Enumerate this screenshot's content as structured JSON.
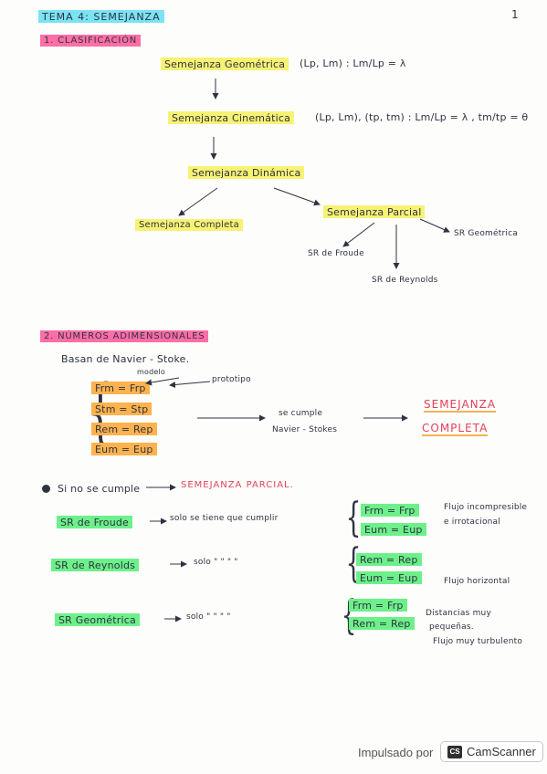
{
  "page_number": "1",
  "title": "TEMA 4: SEMEJANZA",
  "section1": {
    "heading": "1. CLASIFICACIÓN",
    "geometrica": {
      "label": "Semejanza Geométrica",
      "formula": "(Lp, Lm) : Lm/Lp = λ"
    },
    "cinematica": {
      "label": "Semejanza Cinemática",
      "formula": "(Lp, Lm), (tp, tm) : Lm/Lp = λ , tm/tp = θ"
    },
    "dinamica": {
      "label": "Semejanza Dinámica"
    },
    "completa": {
      "label": "Semejanza Completa"
    },
    "parcial": {
      "label": "Semejanza Parcial"
    },
    "sub_froude": "SR de Froude",
    "sub_reynolds": "SR de Reynolds",
    "sub_geometrica": "SR Geométrica"
  },
  "section2": {
    "heading": "2. NÚMEROS ADIMENSIONALES",
    "intro": "Basan de Navier - Stoke.",
    "label_modelo": "modelo",
    "label_prototipo": "prototipo",
    "equations": [
      "Frm = Frp",
      "Stm = Stp",
      "Rem = Rep",
      "Eum = Eup"
    ],
    "cumple_text_1": "se cumple",
    "cumple_text_2": "Navier - Stokes",
    "result_1": "SEMEJANZA",
    "result_2": "COMPLETA"
  },
  "section3": {
    "bullet_text": "Si no se cumple",
    "bullet_result": "SEMEJANZA PARCIAL.",
    "froude": {
      "label": "SR de Froude",
      "text": "solo se tiene que cumplir",
      "eqs": [
        "Frm = Frp",
        "Eum = Eup"
      ],
      "note_1": "Flujo incompresible",
      "note_2": "e irrotacional"
    },
    "reynolds": {
      "label": "SR de Reynolds",
      "text": "solo  \"    \"    \"    \"",
      "eqs": [
        "Rem = Rep",
        "Eum = Eup"
      ],
      "note_1": "Flujo horizontal"
    },
    "geometrica": {
      "label": "SR Geométrica",
      "text": "solo \"    \"    \"    \"",
      "eqs": [
        "Frm = Frp",
        "Rem = Rep"
      ],
      "note_1": "Distancias muy",
      "note_2": "pequeñas.",
      "note_3": "Flujo muy turbulento"
    }
  },
  "footer": {
    "powered_by": "Impulsado por",
    "app_name": "CamScanner",
    "logo_text": "CS"
  }
}
